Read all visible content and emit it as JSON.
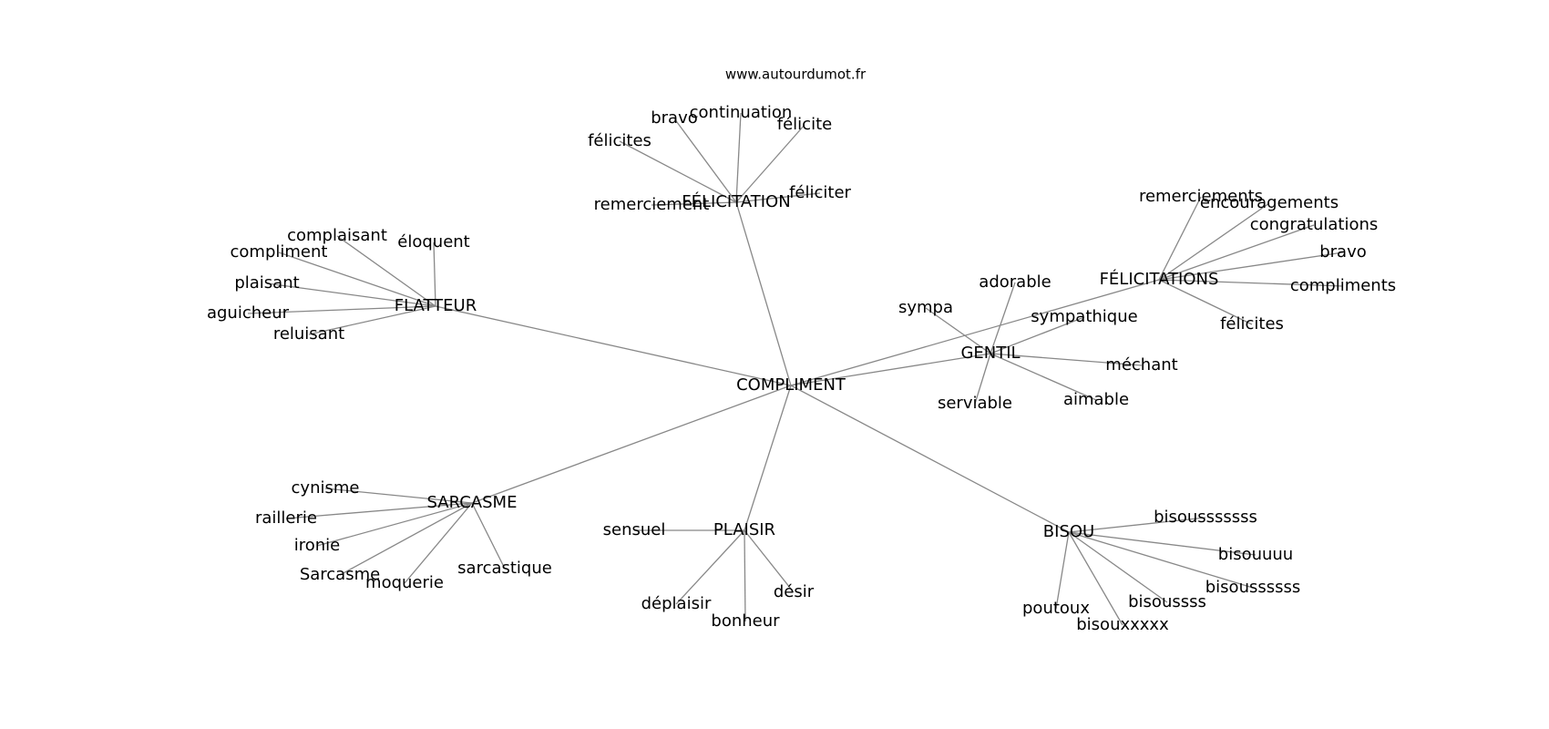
{
  "watermark": "www.autourdumot.fr",
  "center": "COMPLIMENT",
  "clusters": [
    {
      "hub": "FÉLICITATION",
      "words": [
        "félicites",
        "bravo",
        "continuation",
        "félicite",
        "remerciement",
        "féliciter"
      ]
    },
    {
      "hub": "FLATTEUR",
      "words": [
        "complaisant",
        "éloquent",
        "compliment",
        "plaisant",
        "aguicheur",
        "reluisant"
      ]
    },
    {
      "hub": "FÉLICITATIONS",
      "words": [
        "remerciements",
        "encouragements",
        "congratulations",
        "bravo",
        "compliments",
        "félicites"
      ]
    },
    {
      "hub": "GENTIL",
      "words": [
        "adorable",
        "sympa",
        "sympathique",
        "méchant",
        "serviable",
        "aimable"
      ]
    },
    {
      "hub": "SARCASME",
      "words": [
        "cynisme",
        "raillerie",
        "ironie",
        "Sarcasme",
        "moquerie",
        "sarcastique"
      ]
    },
    {
      "hub": "PLAISIR",
      "words": [
        "sensuel",
        "déplaisir",
        "bonheur",
        "désir"
      ]
    },
    {
      "hub": "BISOU",
      "words": [
        "bisousssssss",
        "bisouuuu",
        "bisoussssss",
        "bisoussss",
        "poutoux",
        "bisouxxxxx"
      ]
    }
  ]
}
